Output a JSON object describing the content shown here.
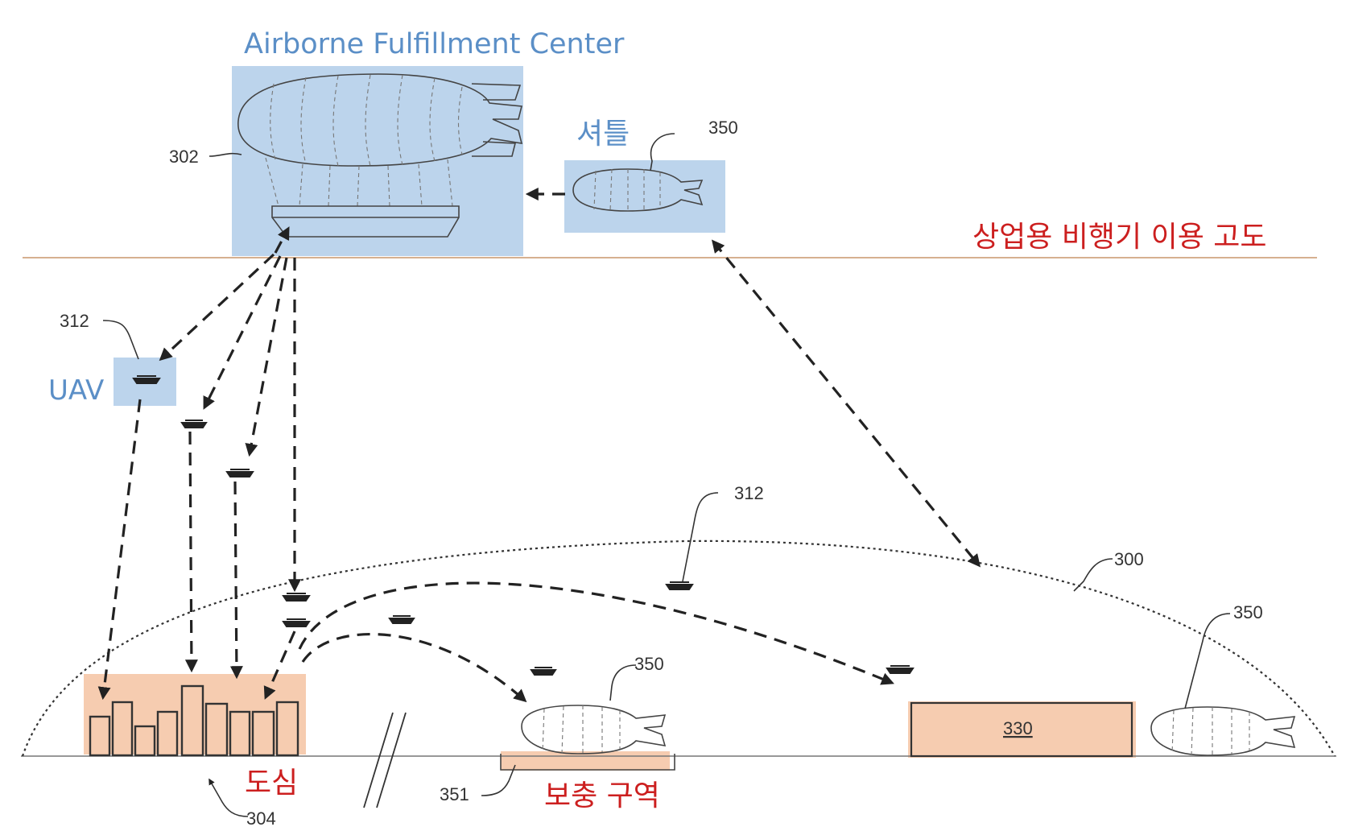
{
  "labels": {
    "afc_title": "Airborne Fulfillment Center",
    "shuttle": "셔틀",
    "commercial_altitude": "상업용 비행기 이용 고도",
    "uav": "UAV",
    "downtown": "도심",
    "replenish_zone": "보충 구역"
  },
  "refs": {
    "r302": "302",
    "r350_shuttle": "350",
    "r312_uav": "312",
    "r312_path": "312",
    "r300": "300",
    "r350_right": "350",
    "r350_mid": "350",
    "r330": "330",
    "r351": "351",
    "r304": "304"
  },
  "colors": {
    "blue_highlight": "#bcd4ec",
    "orange_highlight": "#f6ccb0",
    "blue_text": "#5b8fc7",
    "red_text": "#cc1f1f",
    "altitude_line": "#c8956b"
  }
}
